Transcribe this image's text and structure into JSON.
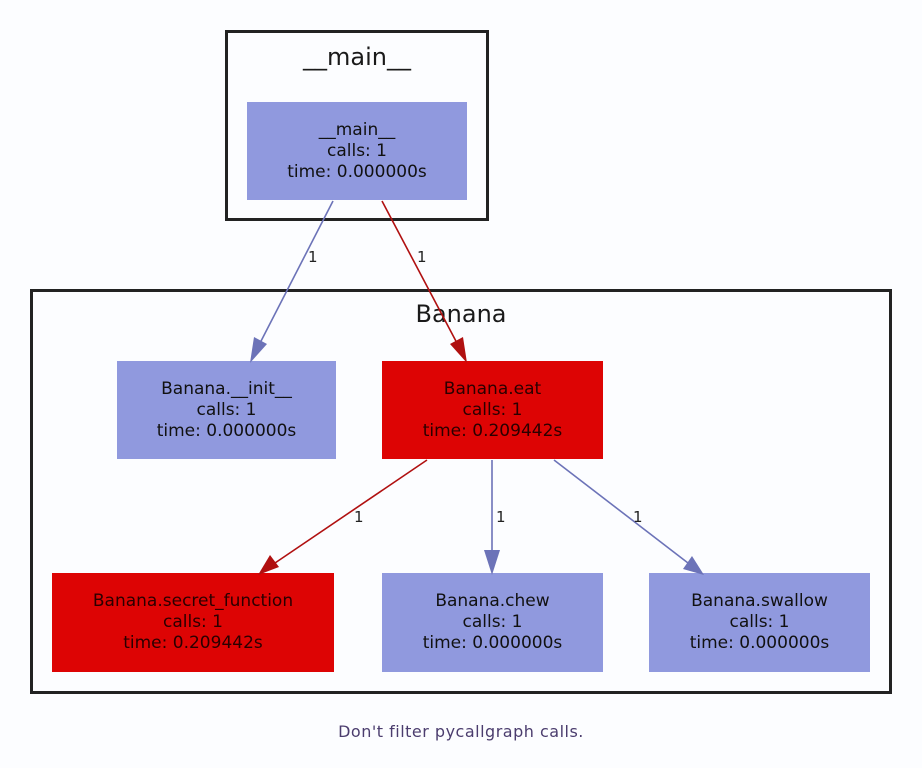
{
  "clusters": {
    "main": {
      "label": "__main__"
    },
    "banana": {
      "label": "Banana"
    }
  },
  "nodes": {
    "main": {
      "name": "__main__",
      "calls": "calls: 1",
      "time": "time: 0.000000s"
    },
    "init": {
      "name": "Banana.__init__",
      "calls": "calls: 1",
      "time": "time: 0.000000s"
    },
    "eat": {
      "name": "Banana.eat",
      "calls": "calls: 1",
      "time": "time: 0.209442s"
    },
    "secret": {
      "name": "Banana.secret_function",
      "calls": "calls: 1",
      "time": "time: 0.209442s"
    },
    "chew": {
      "name": "Banana.chew",
      "calls": "calls: 1",
      "time": "time: 0.000000s"
    },
    "swallow": {
      "name": "Banana.swallow",
      "calls": "calls: 1",
      "time": "time: 0.000000s"
    }
  },
  "edges": [
    {
      "from": "__main__",
      "to": "Banana.__init__",
      "label": "1",
      "color": "#6c73b8"
    },
    {
      "from": "__main__",
      "to": "Banana.eat",
      "label": "1",
      "color": "#b01010"
    },
    {
      "from": "Banana.eat",
      "to": "Banana.secret_function",
      "label": "1",
      "color": "#b01010"
    },
    {
      "from": "Banana.eat",
      "to": "Banana.chew",
      "label": "1",
      "color": "#6c73b8"
    },
    {
      "from": "Banana.eat",
      "to": "Banana.swallow",
      "label": "1",
      "color": "#6c73b8"
    }
  ],
  "colors": {
    "cold_node": "#9099de",
    "hot_node": "#dd0404",
    "cold_edge": "#6c73b8",
    "hot_edge": "#b01010"
  },
  "caption": "Don't filter pycallgraph calls."
}
